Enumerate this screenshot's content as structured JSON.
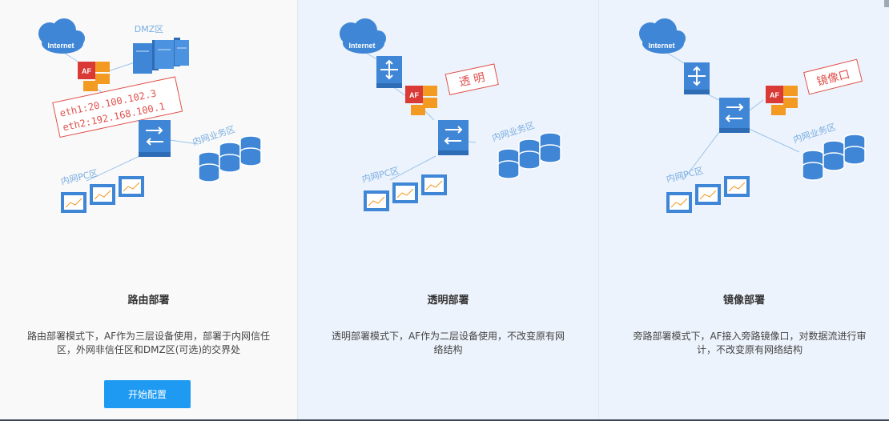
{
  "modes": [
    {
      "title": "路由部署",
      "description": "路由部署模式下，AF作为三层设备使用，部署于内网信任区，外网非信任区和DMZ区(可选)的交界处",
      "button_label": "开始配置",
      "diagram": {
        "internet_label": "Internet",
        "dmz_label": "DMZ区",
        "af_label": "AF",
        "eth1": "eth1:20.100.102.3",
        "eth2": "eth2:192.168.100.1",
        "biz_label": "内网业务区",
        "pc_label": "内网PC区"
      }
    },
    {
      "title": "透明部署",
      "description": "透明部署模式下，AF作为二层设备使用，不改变原有网络结构",
      "diagram": {
        "internet_label": "Internet",
        "af_label": "AF",
        "mode_tag": "透 明",
        "biz_label": "内网业务区",
        "pc_label": "内网PC区"
      }
    },
    {
      "title": "镜像部署",
      "description": "旁路部署模式下，AF接入旁路镜像口，对数据流进行审计，不改变原有网络结构",
      "diagram": {
        "internet_label": "Internet",
        "af_label": "AF",
        "mode_tag": "镜像口",
        "biz_label": "内网业务区",
        "pc_label": "内网PC区"
      }
    }
  ],
  "colors": {
    "accent": "#1e9af2",
    "device_blue": "#3f86d6",
    "af_red": "#d93a36",
    "af_orange": "#f29a22",
    "tag_red": "#e0504b",
    "line_blue": "#9cc4ea"
  }
}
